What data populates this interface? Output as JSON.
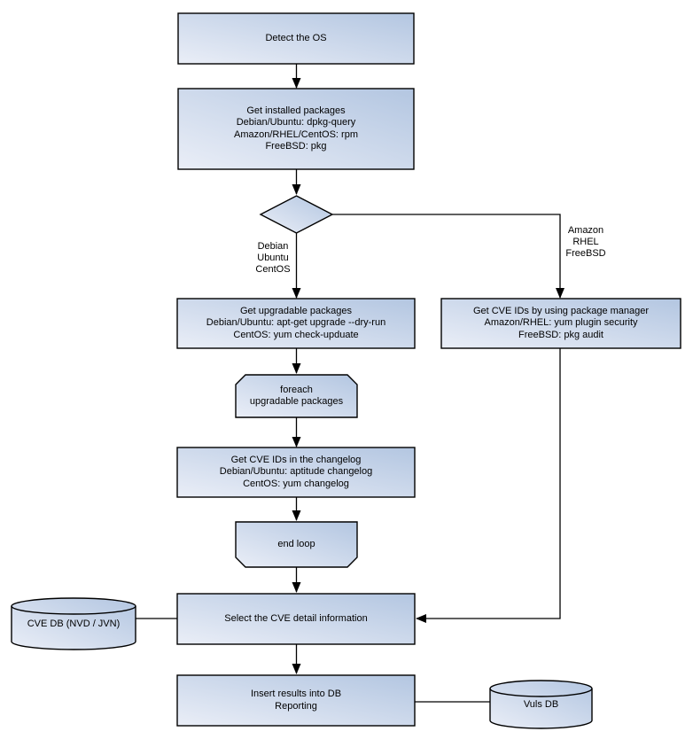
{
  "nodes": {
    "detect_os": {
      "label": "Detect the OS"
    },
    "get_installed_packages": {
      "lines": [
        "Get installed packages",
        "Debian/Ubuntu: dpkg-query",
        "Amazon/RHEL/CentOS: rpm",
        "FreeBSD: pkg"
      ]
    },
    "get_upgradable_packages": {
      "lines": [
        "Get upgradable packages",
        "Debian/Ubuntu: apt-get upgrade --dry-run",
        "CentOS: yum check-upduate"
      ]
    },
    "get_cve_ids_package_manager": {
      "lines": [
        "Get CVE IDs by using package manager",
        "Amazon/RHEL: yum plugin security",
        "FreeBSD: pkg audit"
      ]
    },
    "foreach_loop": {
      "lines": [
        "foreach",
        "upgradable packages"
      ]
    },
    "get_cve_ids_changelog": {
      "lines": [
        "Get CVE IDs in the changelog",
        "Debian/Ubuntu: aptitude changelog",
        "CentOS: yum changelog"
      ]
    },
    "end_loop": {
      "label": "end loop"
    },
    "select_cve_detail": {
      "label": "Select the CVE detail information"
    },
    "cve_db": {
      "label": "CVE DB (NVD / JVN)"
    },
    "insert_results": {
      "lines": [
        "Insert results into DB",
        "Reporting"
      ]
    },
    "vuls_db": {
      "label": "Vuls DB"
    }
  },
  "edge_labels": {
    "left_branch": {
      "lines": [
        "Debian",
        "Ubuntu",
        "CentOS"
      ]
    },
    "right_branch": {
      "lines": [
        "Amazon",
        "RHEL",
        "FreeBSD"
      ]
    }
  },
  "colors": {
    "node_fill_start": "#b3c6e1",
    "node_fill_end": "#eaeef7",
    "node_stroke": "#000000",
    "connector": "#000000",
    "background": "#ffffff"
  }
}
